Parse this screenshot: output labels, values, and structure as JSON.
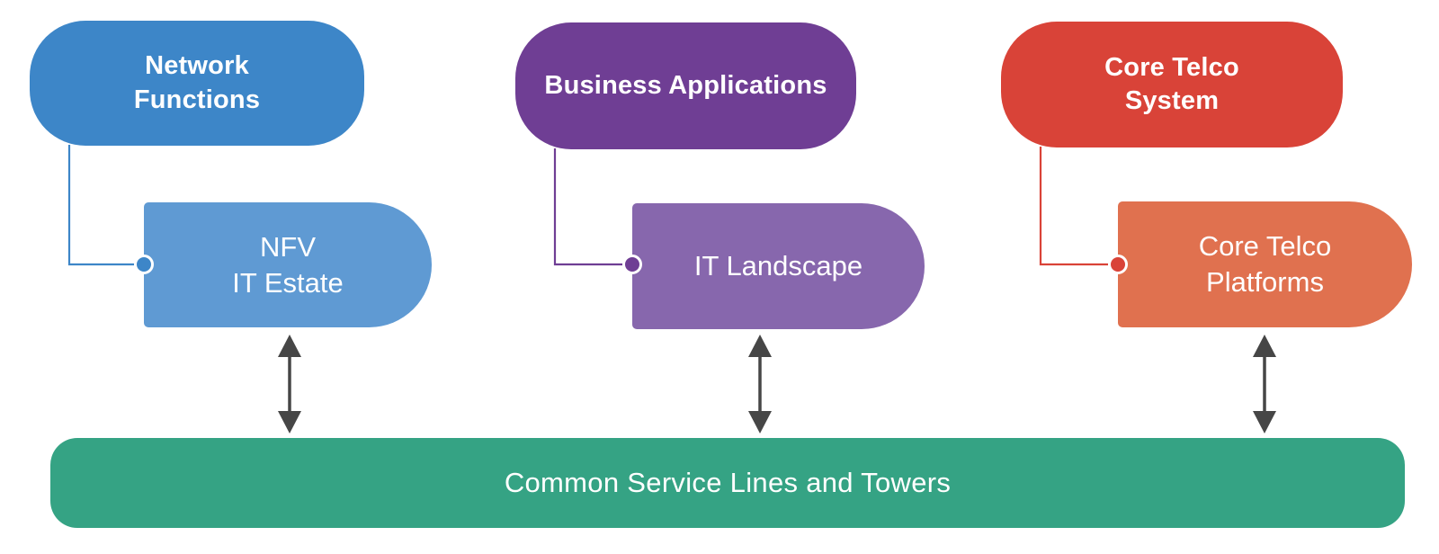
{
  "diagram": {
    "type": "layered-architecture-diagram",
    "columns": [
      {
        "id": "network",
        "top_box": {
          "lines": [
            "Network",
            "Functions"
          ]
        },
        "mid_box": {
          "lines": [
            "NFV",
            "IT Estate"
          ]
        },
        "colors": {
          "top": "#3d86c8",
          "mid": "#5f9ad3"
        }
      },
      {
        "id": "business",
        "top_box": {
          "lines": [
            "Business Applications"
          ]
        },
        "mid_box": {
          "lines": [
            "IT Landscape"
          ]
        },
        "colors": {
          "top": "#6f3e94",
          "mid": "#8767ad"
        }
      },
      {
        "id": "telco",
        "top_box": {
          "lines": [
            "Core Telco",
            "System"
          ]
        },
        "mid_box": {
          "lines": [
            "Core Telco",
            "Platforms"
          ]
        },
        "colors": {
          "top": "#d94338",
          "mid": "#e0714f"
        }
      }
    ],
    "foundation_bar": {
      "label": "Common Service Lines and Towers",
      "color": "#35a384"
    },
    "connector_style": "elbow-line-with-circle-terminator",
    "arrow_color": "#464646",
    "text_color": "#ffffff"
  }
}
